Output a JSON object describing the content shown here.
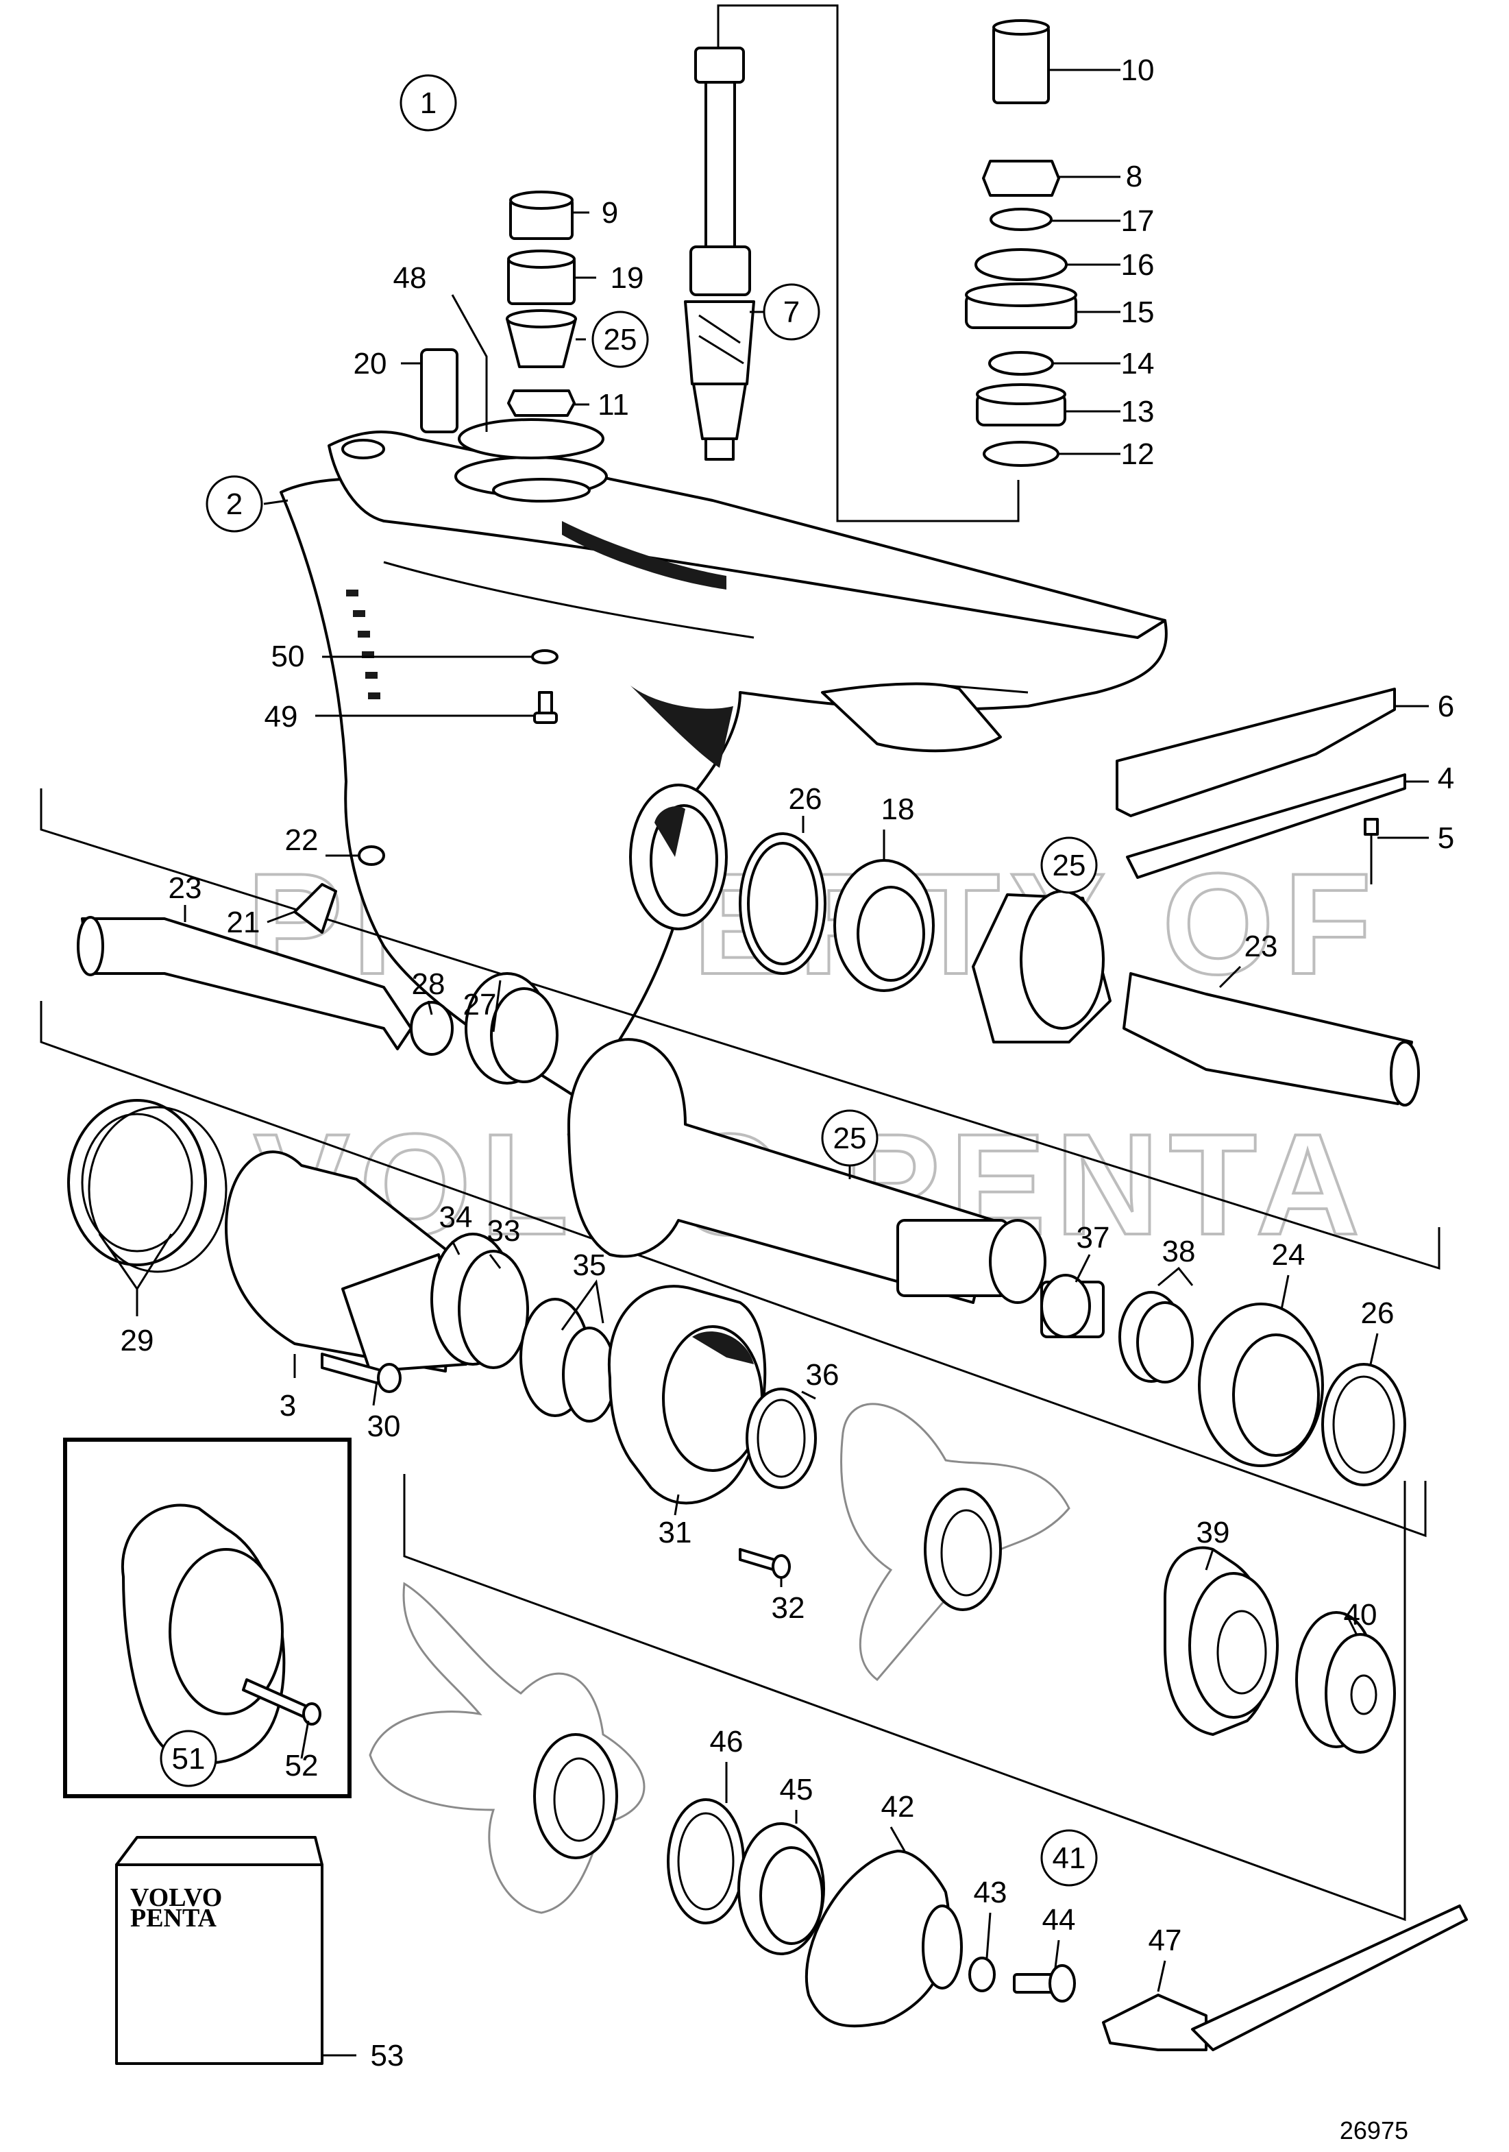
{
  "drawing_number": "26975",
  "watermark": [
    "PROPERTY OF",
    "VOLVO PENTA"
  ],
  "manual_brand": [
    "VOLVO",
    "PENTA"
  ],
  "part_labels": {
    "p1": "1",
    "p2": "2",
    "p3": "3",
    "p4": "4",
    "p5": "5",
    "p6": "6",
    "p7": "7",
    "p8": "8",
    "p9": "9",
    "p10": "10",
    "p11": "11",
    "p12": "12",
    "p13": "13",
    "p14": "14",
    "p15": "15",
    "p16": "16",
    "p17": "17",
    "p18": "18",
    "p19": "19",
    "p20": "20",
    "p21": "21",
    "p22": "22",
    "p23": "23",
    "p24": "24",
    "p25": "25",
    "p26": "26",
    "p27": "27",
    "p28": "28",
    "p29": "29",
    "p30": "30",
    "p31": "31",
    "p32": "32",
    "p33": "33",
    "p34": "34",
    "p35": "35",
    "p36": "36",
    "p37": "37",
    "p38": "38",
    "p39": "39",
    "p40": "40",
    "p41": "41",
    "p42": "42",
    "p43": "43",
    "p44": "44",
    "p45": "45",
    "p46": "46",
    "p47": "47",
    "p48": "48",
    "p49": "49",
    "p50": "50",
    "p51": "51",
    "p52": "52",
    "p53": "53"
  }
}
